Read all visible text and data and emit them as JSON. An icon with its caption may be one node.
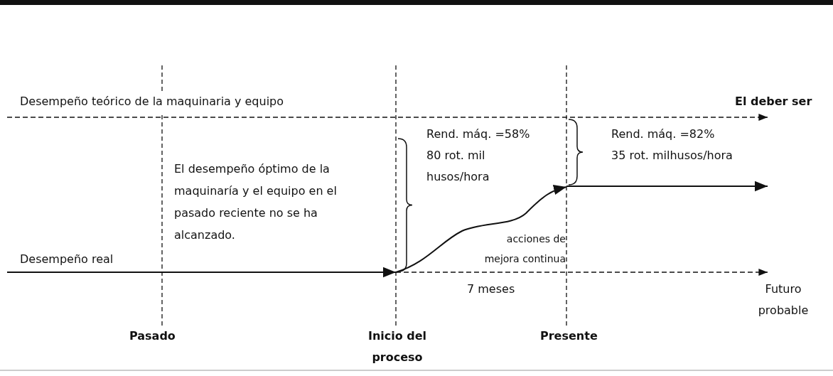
{
  "diagram": {
    "labels": [
      "Desempeño teórico de la maquinaria y equipo",
      "El deber ser",
      "Rend. máq. =58%",
      "80 rot. mil husos/hora",
      "Rend. máq. =82%",
      "35 rot. milhusos/hora",
      "El desempeño óptimo de la maquinaría y el equipo en el pasado reciente no se ha alcanzado.",
      "acciones de mejora continua",
      "Desempeño real",
      "7 meses",
      "Futuro probable",
      "Pasado",
      "Inicio del proceso",
      "Presente"
    ]
  }
}
